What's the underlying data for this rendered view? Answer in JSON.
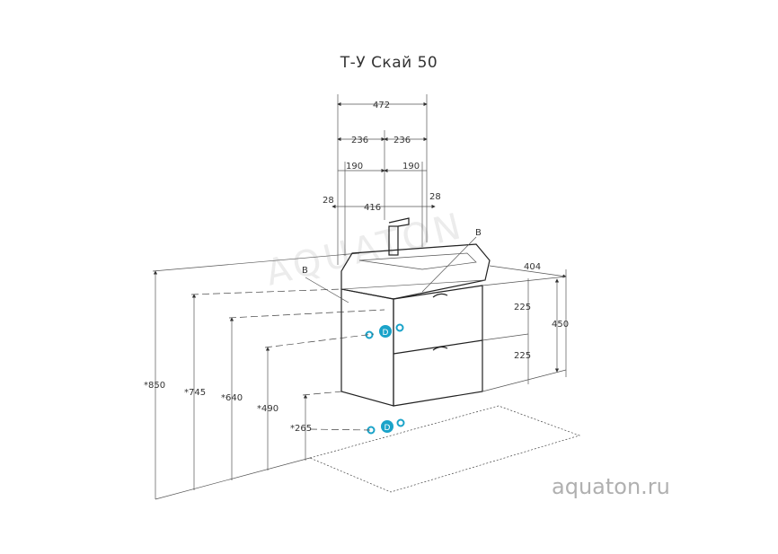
{
  "title": "Т-У Скай 50",
  "site": "aquaton.ru",
  "watermark": "AQUATON",
  "colors": {
    "connection": "#1aa3c9",
    "line": "#222222",
    "site_text": "#b0b0b0"
  },
  "dimensions": {
    "total_width": "472",
    "half_left": "236",
    "half_right": "236",
    "offset_left": "190",
    "offset_right": "190",
    "edge_left": "28",
    "edge_right": "28",
    "inner_width": "416",
    "depth": "404",
    "drawer_top": "225",
    "drawer_bottom": "225",
    "cabinet_height": "450",
    "height_850": "*850",
    "height_745": "*745",
    "height_640": "*640",
    "height_490": "*490",
    "height_265": "*265"
  },
  "labels": {
    "b_upper": "B",
    "b_left": "B",
    "d_upper": "D",
    "d_lower": "D"
  }
}
